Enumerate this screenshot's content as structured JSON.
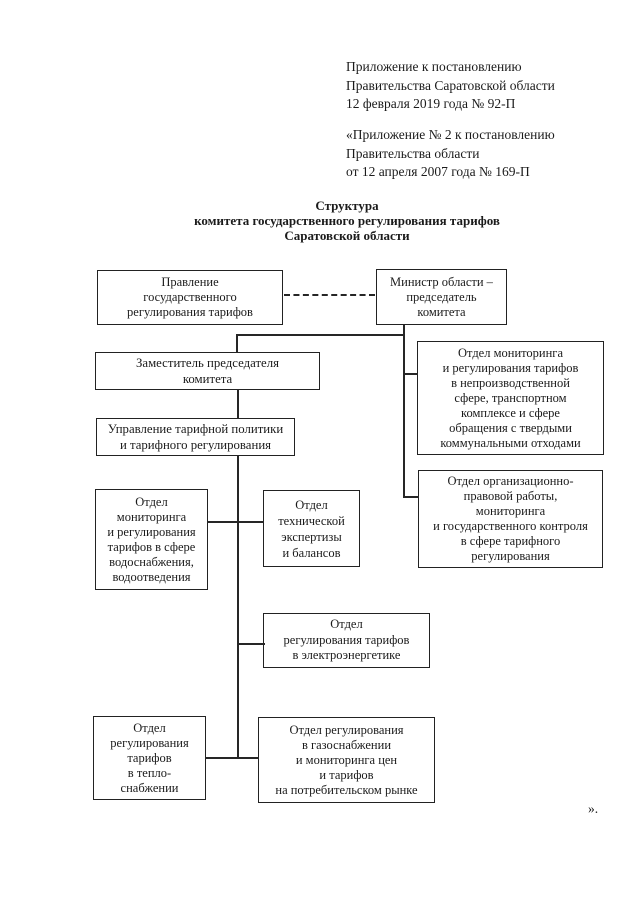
{
  "header": {
    "block1": "Приложение к постановлению\nПравительства Саратовской области\n12 февраля 2019 года № 92-П",
    "block2": "«Приложение № 2 к постановлению\nПравительства области\nот 12 апреля 2007 года № 169-П"
  },
  "title": "Структура\nкомитета государственного регулирования тарифов\nСаратовской области",
  "closing_mark": "».",
  "chart": {
    "board": "Правление\nгосударственного\nрегулирования тарифов",
    "minister": "Министр области –\nпредседатель\nкомитета",
    "deputy": "Заместитель председателя\nкомитета",
    "tariff_policy_mgmt": "Управление тарифной политики\nи тарифного регулирования",
    "nonproduction_dept": "Отдел мониторинга\nи регулирования тарифов\nв непроизводственной\nсфере, транспортном\nкомплексе и сфере\nобращения с твердыми\nкоммунальными отходами",
    "org_legal_dept": "Отдел организационно-\nправовой работы,\nмониторинга\nи государственного контроля\nв сфере тарифного\nрегулирования",
    "water_dept": "Отдел\nмониторинга\nи регулирования\nтарифов в сфере\nводоснабжения,\nводоотведения",
    "tech_expertise_dept": "Отдел\nтехнической\nэкспертизы\nи балансов",
    "electric_dept": "Отдел\nрегулирования тарифов\nв электроэнергетике",
    "heat_dept": "Отдел\nрегулирования\nтарифов\nв тепло-\nснабжении",
    "gas_dept": "Отдел регулирования\nв газоснабжении\nи мониторинга цен\nи тарифов\nна потребительском рынке"
  }
}
